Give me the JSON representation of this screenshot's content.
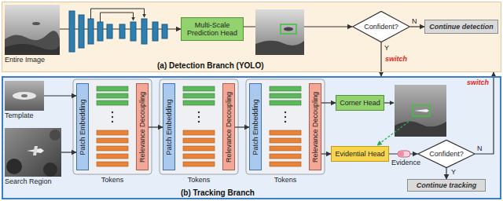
{
  "diagram": {
    "nodes": [
      {
        "text": [
          "(a) Detection Branch (YOLO)"
        ]
      },
      {
        "text": [
          "Entire Image"
        ],
        "in": 0
      },
      {
        "text": [
          "Multi-Scale Prediction Head"
        ],
        "in": 0
      },
      {
        "text": [
          "Confident?"
        ],
        "in": 0
      },
      {
        "text": [
          "Continue detection"
        ],
        "in": 0
      },
      {
        "text": [
          "(b) Tracking Branch"
        ]
      },
      {
        "text": [
          "Template"
        ],
        "in": 5
      },
      {
        "text": [
          "Search Region"
        ],
        "in": 5
      },
      {
        "text": [
          "Patch Embedding"
        ],
        "in": 5
      },
      {
        "text": [
          "Relevance Decoupling"
        ],
        "in": 5
      },
      {
        "text": [
          "Patch Embedding"
        ],
        "in": 5
      },
      {
        "text": [
          "Relevance Decoupling"
        ],
        "in": 5
      },
      {
        "text": [
          "Patch Embedding"
        ],
        "in": 5
      },
      {
        "text": [
          "Relevance Decoupling"
        ],
        "in": 5
      },
      {
        "text": [
          "Corner Head"
        ],
        "in": 5
      },
      {
        "text": [
          "Evidential Head"
        ],
        "in": 5
      },
      {
        "text": [
          "Confident?"
        ],
        "in": 5
      },
      {
        "text": [
          "Continue tracking"
        ],
        "in": 5
      }
    ],
    "edges": [
      {
        "from": 1,
        "to": 2,
        "arrow": "to"
      },
      {
        "from": 2,
        "to": 3,
        "arrow": "to"
      },
      {
        "from": 3,
        "to": 4,
        "label": "N",
        "arrow": "to"
      },
      {
        "from": 3,
        "to": 5,
        "label": "Y",
        "arrow": "to"
      },
      {
        "from": 6,
        "to": 8,
        "arrow": "to"
      },
      {
        "from": 7,
        "to": 8,
        "arrow": "to"
      },
      {
        "from": 9,
        "to": 10,
        "arrow": "to"
      },
      {
        "from": 11,
        "to": 12,
        "arrow": "to"
      },
      {
        "from": 13,
        "to": 14,
        "arrow": "to"
      },
      {
        "from": 13,
        "to": 15,
        "arrow": "to"
      },
      {
        "from": 15,
        "to": 16,
        "arrow": "to"
      },
      {
        "from": 16,
        "to": 17,
        "label": "Y",
        "arrow": "to"
      },
      {
        "from": 16,
        "to": 0,
        "label": "N",
        "arrow": "to"
      }
    ],
    "labels": [
      "Tokens",
      "Tokens",
      "Tokens",
      "switch",
      "switch",
      "Evidence"
    ]
  }
}
